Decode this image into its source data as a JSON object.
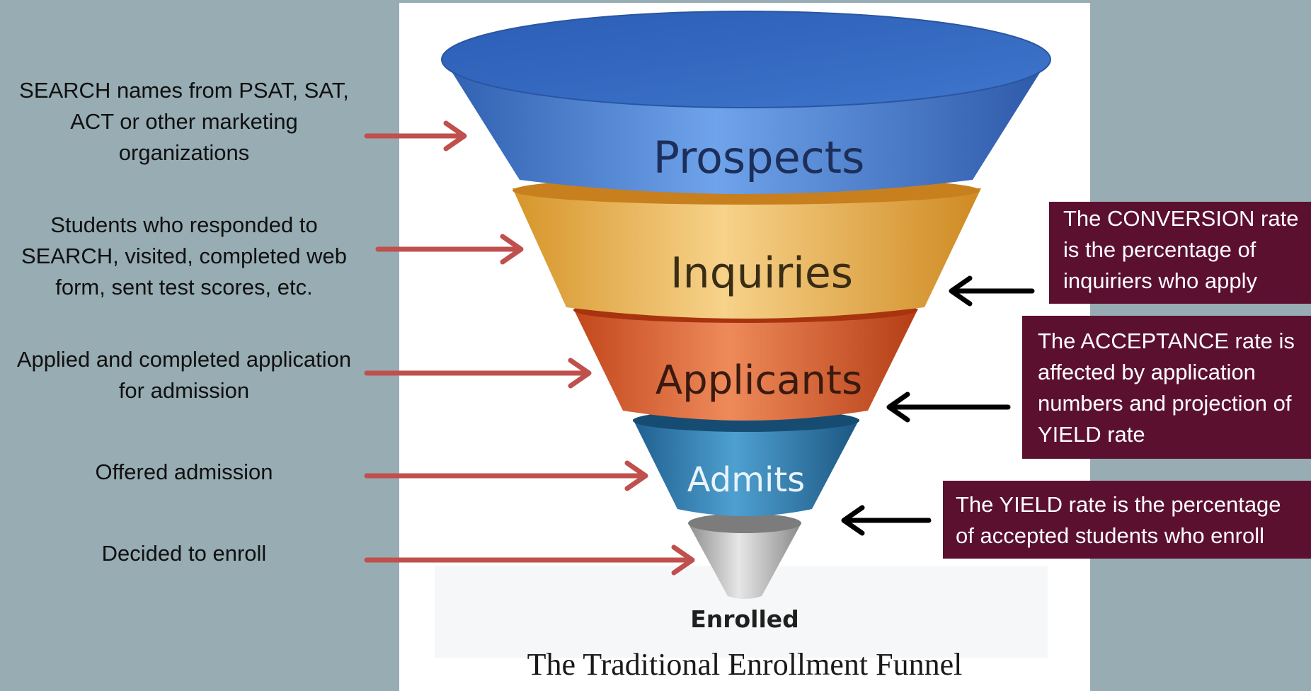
{
  "left_labels": [
    "SEARCH names from PSAT, SAT, ACT or other marketing organizations",
    "Students who responded to SEARCH, visited, completed web form, sent test scores, etc.",
    "Applied and completed application for admission",
    "Offered admission",
    "Decided to enroll"
  ],
  "stages": {
    "prospects": "Prospects",
    "inquiries": "Inquiries",
    "applicants": "Applicants",
    "admits": "Admits",
    "enrolled": "Enrolled"
  },
  "caption": "The Traditional Enrollment Funnel",
  "callouts": {
    "conversion": "The CONVERSION rate is the percentage of inquiriers who apply",
    "acceptance": "The ACCEPTANCE rate is affected by application numbers and projection of YIELD rate",
    "yield": "The YIELD rate is the percentage of accepted students who enroll"
  },
  "colors": {
    "background": "#97acb3",
    "callout": "#5c1030",
    "arrow_red": "#c0504d",
    "arrow_black": "#000000",
    "prospects": "#4a7fd0",
    "inquiries": "#e7b04e",
    "applicants": "#d85e2c",
    "admits": "#2f7fb1",
    "enrolled": "#b9b9b9"
  }
}
